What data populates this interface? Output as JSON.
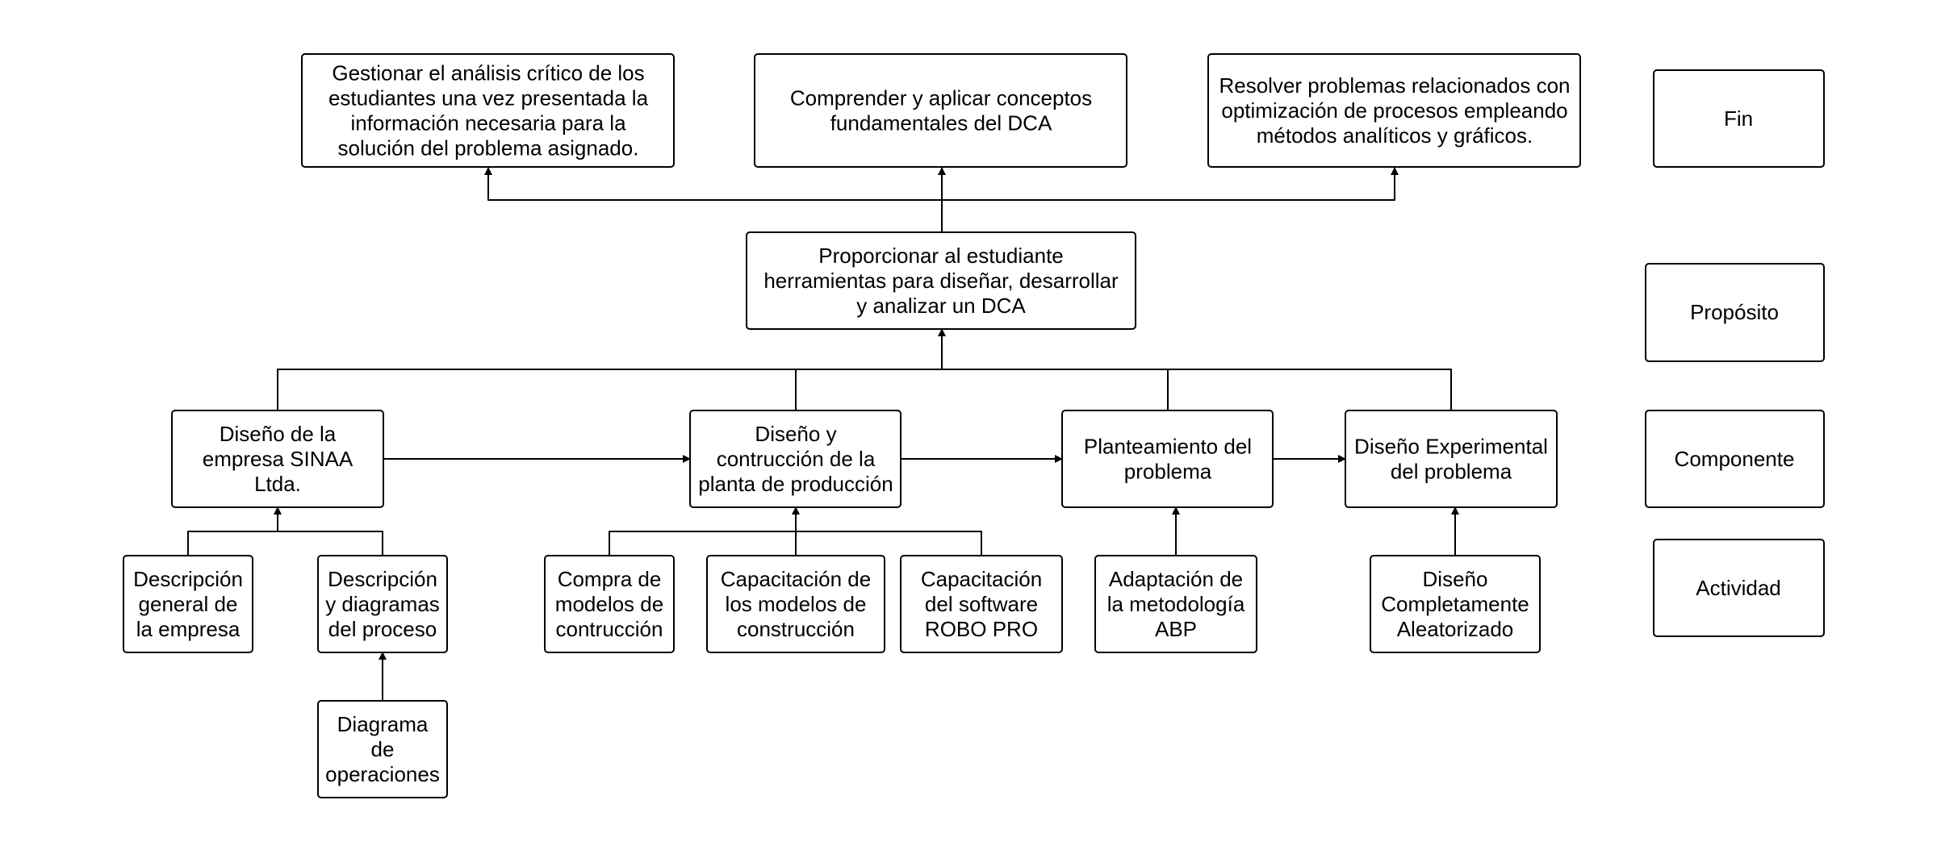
{
  "colors": {
    "stroke": "#000000",
    "box_fill": "#ffffff",
    "text": "#000000",
    "background": "#ffffff"
  },
  "nodes": {
    "fin_1": [
      "Gestionar el análisis crítico de los",
      "estudiantes  una vez presentada la",
      "información necesaria para la",
      "solución del problema asignado."
    ],
    "fin_2": [
      "Comprender y aplicar conceptos",
      "fundamentales del DCA"
    ],
    "fin_3": [
      "Resolver problemas relacionados con",
      "optimización de procesos empleando",
      "métodos analíticos y gráficos."
    ],
    "proposito": [
      "Proporcionar al estudiante",
      "herramientas para diseñar, desarrollar",
      "y analizar un DCA"
    ],
    "comp_1": [
      "Diseño de la",
      "empresa SINAA",
      "Ltda."
    ],
    "comp_2": [
      "Diseño y",
      "contrucción de la",
      "planta de producción"
    ],
    "comp_3": [
      "Planteamiento del",
      "problema"
    ],
    "comp_4": [
      "Diseño Experimental",
      "del problema"
    ],
    "act_1": [
      "Descripción",
      "general de",
      "la empresa"
    ],
    "act_2": [
      "Descripción",
      "y diagramas",
      "del proceso"
    ],
    "act_3": [
      "Diagrama",
      "de",
      "operaciones"
    ],
    "act_4": [
      "Compra de",
      "modelos de",
      "contrucción"
    ],
    "act_5": [
      "Capacitación de",
      "los modelos de",
      "construcción"
    ],
    "act_6": [
      "Capacitación",
      "del software",
      "ROBO PRO"
    ],
    "act_7": [
      "Adaptación de",
      "la metodología",
      "ABP"
    ],
    "act_8": [
      "Diseño",
      "Completamente",
      "Aleatorizado"
    ],
    "level_fin": [
      "Fin"
    ],
    "level_proposito": [
      "Propósito"
    ],
    "level_componente": [
      "Componente"
    ],
    "level_actividad": [
      "Actividad"
    ]
  }
}
